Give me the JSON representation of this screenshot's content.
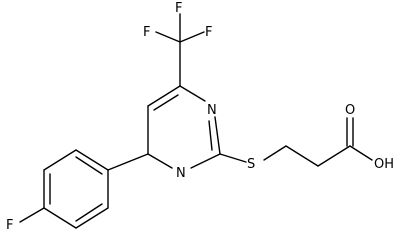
{
  "diagram": {
    "type": "chemical-structure",
    "colors": {
      "bond": "#000000",
      "label": "#000000",
      "background": "#ffffff"
    },
    "atoms": {
      "f1": "F",
      "f2": "F",
      "f3": "F",
      "n_top": "N",
      "n_bottom": "N",
      "s": "S",
      "o": "O",
      "oh": "OH",
      "f_aryl": "F"
    }
  }
}
